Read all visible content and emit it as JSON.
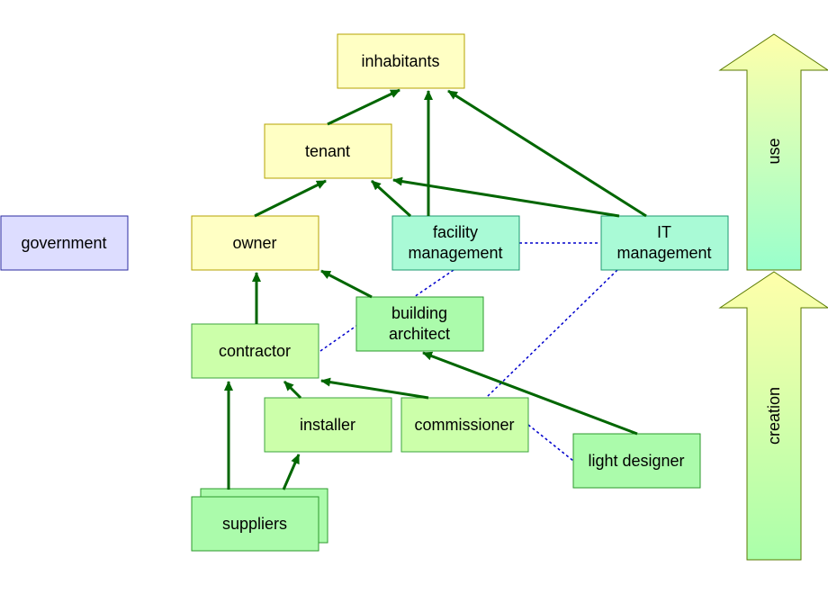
{
  "colors": {
    "yellow_fill": "#FFFFC4",
    "yellow_border": "#B5A300",
    "teal_fill": "#A9FAD6",
    "teal_border": "#1D9A70",
    "green_fill": "#CCFFAA",
    "green_border": "#3CA63C",
    "mint_fill": "#ABFBAB",
    "mint_border": "#2E9A2E",
    "blue_fill": "#DDDDFF",
    "blue_border": "#2A2AA0",
    "arrow": "#006600",
    "dotted": "#0000CC",
    "use_top": "#FFFFAA",
    "use_bottom": "#99FFCC",
    "creation_top": "#FFFFAA",
    "creation_bottom": "#AAFFAA"
  },
  "nodes": {
    "inhabitants": {
      "lines": [
        "inhabitants"
      ]
    },
    "tenant": {
      "lines": [
        "tenant"
      ]
    },
    "owner": {
      "lines": [
        "owner"
      ]
    },
    "government": {
      "lines": [
        "government"
      ]
    },
    "facility_management": {
      "lines": [
        "facility",
        "management"
      ]
    },
    "it_management": {
      "lines": [
        "IT",
        "management"
      ]
    },
    "building_architect": {
      "lines": [
        "building",
        "architect"
      ]
    },
    "contractor": {
      "lines": [
        "contractor"
      ]
    },
    "installer": {
      "lines": [
        "installer"
      ]
    },
    "commissioner": {
      "lines": [
        "commissioner"
      ]
    },
    "light_designer": {
      "lines": [
        "light designer"
      ]
    },
    "suppliers": {
      "lines": [
        "suppliers"
      ]
    }
  },
  "side_arrows": {
    "use": "use",
    "creation": "creation"
  }
}
